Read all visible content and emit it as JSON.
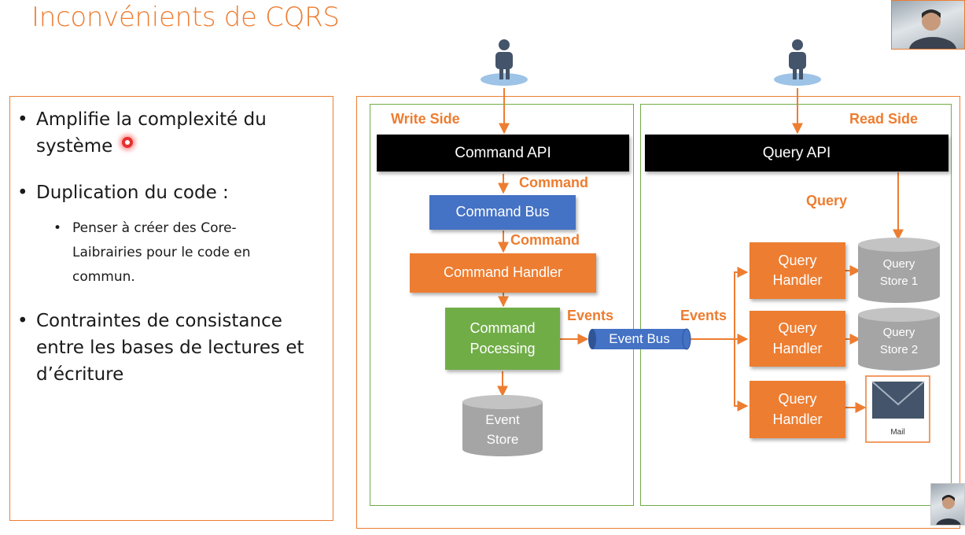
{
  "slide": {
    "title": "Inconvénients de CQRS",
    "bullet_glyph": "•",
    "bullets": [
      "Amplifie la complexité du système",
      "Duplication du code :",
      "Contraintes de consistance entre les bases de lectures et d’écriture"
    ],
    "sub_bullets": [
      "Penser à créer des Core-Laibrairies pour le code en commun."
    ]
  },
  "diagram": {
    "write_side_label": "Write Side",
    "read_side_label": "Read Side",
    "command_api": "Command API",
    "query_api": "Query API",
    "command_bus": "Command Bus",
    "command_handler": "Command Handler",
    "command_processing": "Command Pocessing",
    "event_store": "Event Store",
    "event_bus": "Event Bus",
    "command_label": "Command",
    "events_label": "Events",
    "query_label": "Query",
    "query_handler": "Query Handler",
    "query_store_1": "Query Store 1",
    "query_store_2": "Query Store 2",
    "mail": "Mail"
  },
  "colors": {
    "accent_orange": "#ED7D31",
    "green_border": "#70AD47",
    "blue_node": "#4472C4",
    "green_node": "#70AD47",
    "grey_store": "#A5A5A5",
    "user_blue": "#9DC3E6",
    "user_dark": "#44546A"
  },
  "icons": [
    "user-icon",
    "database-icon",
    "mail-icon",
    "camera-feed"
  ]
}
